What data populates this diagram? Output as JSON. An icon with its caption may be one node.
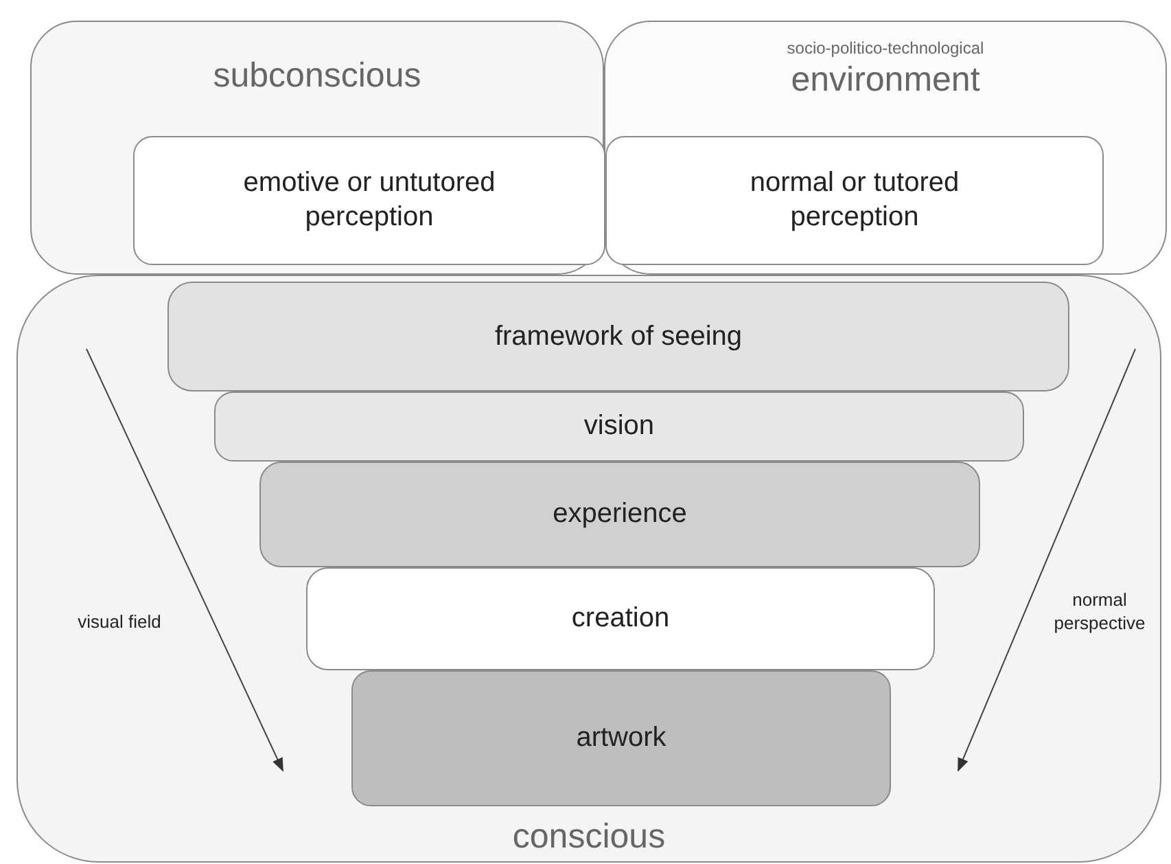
{
  "diagram": {
    "nodes": [
      {
        "text": [
          "subconscious"
        ]
      },
      {
        "text": [
          "socio-politico-technological",
          "environment"
        ]
      },
      {
        "text": [
          "conscious"
        ]
      },
      {
        "text": [
          "emotive or untutored perception"
        ],
        "in": 0
      },
      {
        "text": [
          "normal or tutored perception"
        ],
        "in": 1
      },
      {
        "text": [
          "framework of seeing"
        ],
        "in": 2
      },
      {
        "text": [
          "vision"
        ],
        "in": 2
      },
      {
        "text": [
          "experience"
        ],
        "in": 2
      },
      {
        "text": [
          "creation"
        ],
        "in": 2
      },
      {
        "text": [
          "artwork"
        ],
        "in": 2
      }
    ],
    "labels": [
      "visual field",
      "normal perspective"
    ]
  }
}
